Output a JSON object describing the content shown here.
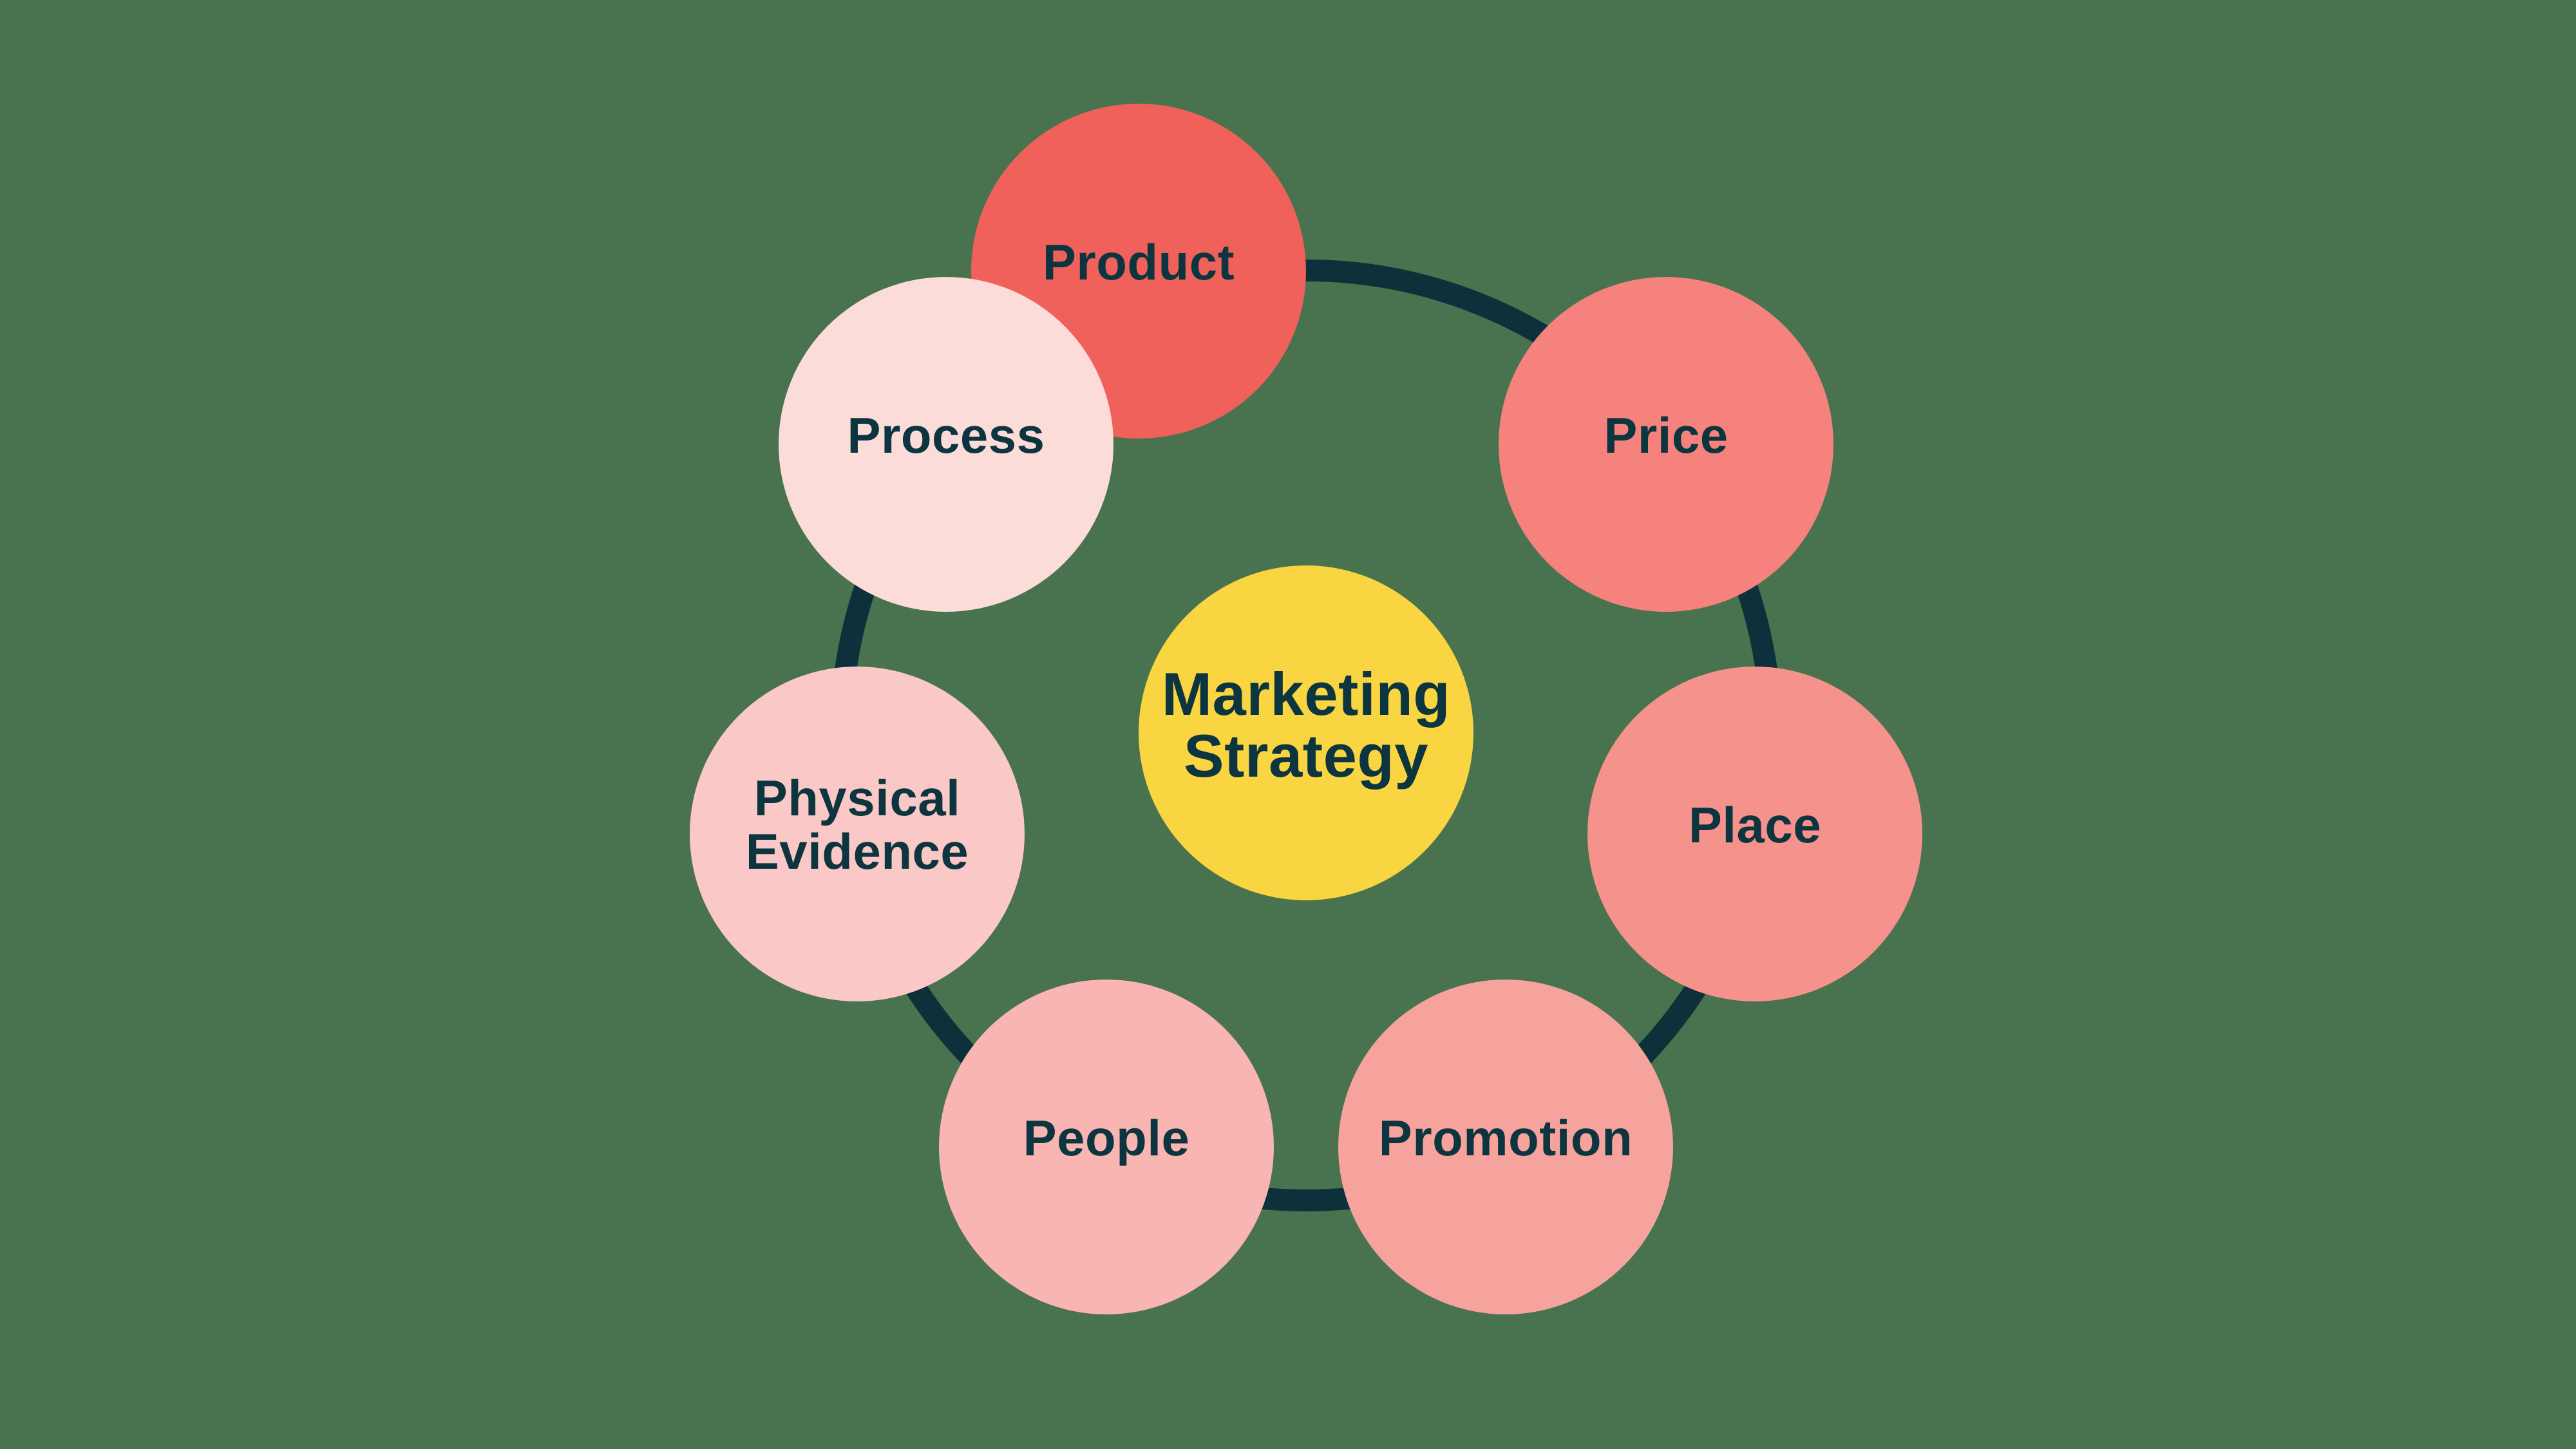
{
  "title": "7 Ps Marketing Mix diagram",
  "colors": {
    "background": "#49724F",
    "ring": "#0C313B",
    "label_text": "#0D3540"
  },
  "center": {
    "label": "Marketing Strategy",
    "color": "#F9D541"
  },
  "items": [
    {
      "label": "Product",
      "color": "#F1615B"
    },
    {
      "label": "Price",
      "color": "#F5827C"
    },
    {
      "label": "Place",
      "color": "#F5928C"
    },
    {
      "label": "Promotion",
      "color": "#F6A39D"
    },
    {
      "label": "People",
      "color": "#F8B5B1"
    },
    {
      "label": "Physical Evidence",
      "color": "#FAC8C6"
    },
    {
      "label": "Process",
      "color": "#FCDCD8"
    }
  ]
}
